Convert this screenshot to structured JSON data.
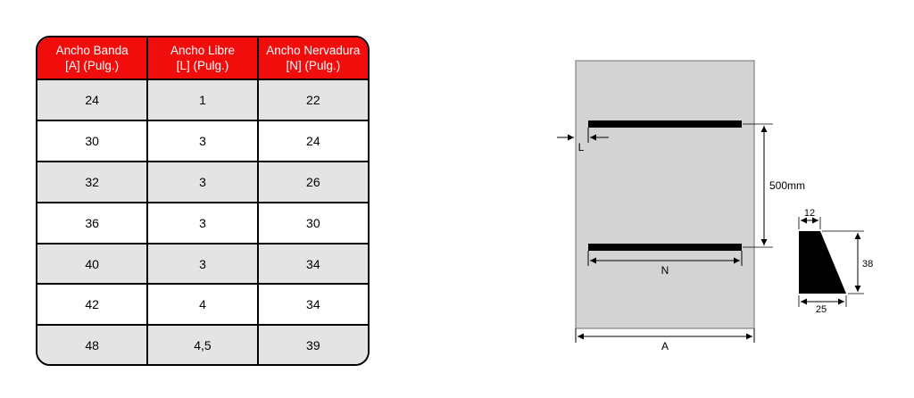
{
  "table": {
    "headers": [
      {
        "line1": "Ancho Banda",
        "line2": "[A] (Pulg.)"
      },
      {
        "line1": "Ancho Libre",
        "line2": "[L] (Pulg.)"
      },
      {
        "line1": "Ancho Nervadura",
        "line2": "[N] (Pulg.)"
      }
    ],
    "rows": [
      [
        "24",
        "1",
        "22"
      ],
      [
        "30",
        "3",
        "24"
      ],
      [
        "32",
        "3",
        "26"
      ],
      [
        "36",
        "3",
        "30"
      ],
      [
        "40",
        "3",
        "34"
      ],
      [
        "42",
        "4",
        "34"
      ],
      [
        "48",
        "4,5",
        "39"
      ]
    ]
  },
  "diagram": {
    "label_L": "L",
    "label_N": "N",
    "label_A": "A",
    "label_spacing": "500mm",
    "profile": {
      "top": "12",
      "height": "38",
      "bottom": "25"
    },
    "colors": {
      "header_red": "#f20d0d",
      "belt_gray": "#d3d3d3",
      "row_shade": "#e4e4e4"
    }
  }
}
